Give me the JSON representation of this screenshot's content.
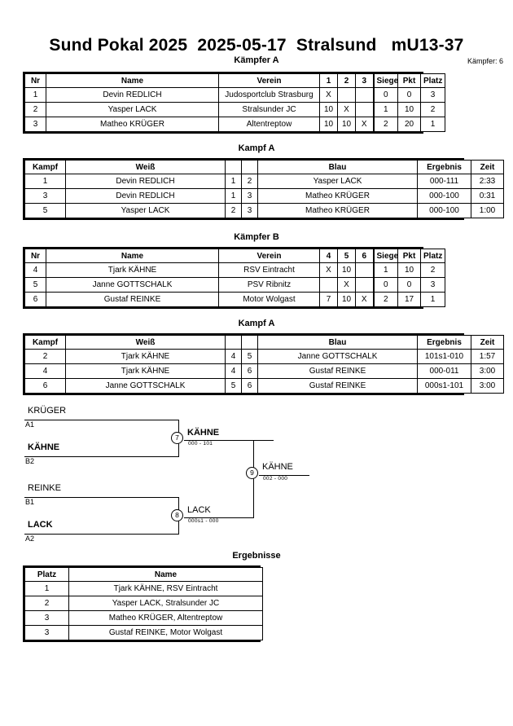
{
  "header": {
    "title": "Sund Pokal 2025  2025-05-17  Stralsund   mU13-37",
    "competitor_count_label": "Kämpfer: 6"
  },
  "pool_a": {
    "caption": "Kämpfer A",
    "columns": [
      "Nr",
      "Name",
      "Verein",
      "1",
      "2",
      "3",
      "Siege",
      "Pkt",
      "Platz"
    ],
    "rows": [
      {
        "nr": "1",
        "name": "Devin REDLICH",
        "verein": "Judosportclub Strasburg",
        "c1": "X",
        "c2": "",
        "c3": "",
        "siege": "0",
        "pkt": "0",
        "platz": "3"
      },
      {
        "nr": "2",
        "name": "Yasper LACK",
        "verein": "Stralsunder JC",
        "c1": "10",
        "c2": "X",
        "c3": "",
        "siege": "1",
        "pkt": "10",
        "platz": "2"
      },
      {
        "nr": "3",
        "name": "Matheo KRÜGER",
        "verein": "Altentreptow",
        "c1": "10",
        "c2": "10",
        "c3": "X",
        "siege": "2",
        "pkt": "20",
        "platz": "1"
      }
    ]
  },
  "matches_a": {
    "caption": "Kampf A",
    "columns": [
      "Kampf",
      "Weiß",
      "",
      "",
      "Blau",
      "Ergebnis",
      "Zeit"
    ],
    "rows": [
      {
        "kampf": "1",
        "weiss": "Devin REDLICH",
        "weiss_bold": false,
        "wn": "1",
        "bn": "2",
        "blau": "Yasper LACK",
        "blau_bold": true,
        "ergebnis": "000-111",
        "zeit": "2:33"
      },
      {
        "kampf": "3",
        "weiss": "Devin REDLICH",
        "weiss_bold": false,
        "wn": "1",
        "bn": "3",
        "blau": "Matheo KRÜGER",
        "blau_bold": true,
        "ergebnis": "000-100",
        "zeit": "0:31"
      },
      {
        "kampf": "5",
        "weiss": "Yasper LACK",
        "weiss_bold": false,
        "wn": "2",
        "bn": "3",
        "blau": "Matheo KRÜGER",
        "blau_bold": true,
        "ergebnis": "000-100",
        "zeit": "1:00"
      }
    ]
  },
  "pool_b": {
    "caption": "Kämpfer B",
    "columns": [
      "Nr",
      "Name",
      "Verein",
      "4",
      "5",
      "6",
      "Siege",
      "Pkt",
      "Platz"
    ],
    "rows": [
      {
        "nr": "4",
        "name": "Tjark KÄHNE",
        "verein": "RSV Eintracht",
        "c1": "X",
        "c2": "10",
        "c3": "",
        "siege": "1",
        "pkt": "10",
        "platz": "2"
      },
      {
        "nr": "5",
        "name": "Janne GOTTSCHALK",
        "verein": "PSV Ribnitz",
        "c1": "",
        "c2": "X",
        "c3": "",
        "siege": "0",
        "pkt": "0",
        "platz": "3"
      },
      {
        "nr": "6",
        "name": "Gustaf REINKE",
        "verein": "Motor Wolgast",
        "c1": "7",
        "c2": "10",
        "c3": "X",
        "siege": "2",
        "pkt": "17",
        "platz": "1"
      }
    ]
  },
  "matches_b": {
    "caption": "Kampf A",
    "columns": [
      "Kampf",
      "Weiß",
      "",
      "",
      "Blau",
      "Ergebnis",
      "Zeit"
    ],
    "rows": [
      {
        "kampf": "2",
        "weiss": "Tjark KÄHNE",
        "weiss_bold": true,
        "wn": "4",
        "bn": "5",
        "blau": "Janne GOTTSCHALK",
        "blau_bold": false,
        "ergebnis": "101s1-010",
        "zeit": "1:57"
      },
      {
        "kampf": "4",
        "weiss": "Tjark KÄHNE",
        "weiss_bold": false,
        "wn": "4",
        "bn": "6",
        "blau": "Gustaf REINKE",
        "blau_bold": true,
        "ergebnis": "000-011",
        "zeit": "3:00"
      },
      {
        "kampf": "6",
        "weiss": "Janne GOTTSCHALK",
        "weiss_bold": false,
        "wn": "5",
        "bn": "6",
        "blau": "Gustaf REINKE",
        "blau_bold": true,
        "ergebnis": "000s1-101",
        "zeit": "3:00"
      }
    ]
  },
  "bracket": {
    "entries": [
      {
        "name": "KRÜGER",
        "seed": "A1",
        "bold": false
      },
      {
        "name": "KÄHNE",
        "seed": "B2",
        "bold": true
      },
      {
        "name": "REINKE",
        "seed": "B1",
        "bold": false
      },
      {
        "name": "LACK",
        "seed": "A2",
        "bold": true
      }
    ],
    "semifinals": [
      {
        "number": "7",
        "winner": "KÄHNE",
        "score": "000 - 101"
      },
      {
        "number": "8",
        "winner": "LACK",
        "score": "000s1 - 000"
      }
    ],
    "final": {
      "number": "9",
      "winner": "KÄHNE",
      "score": "002 - 000"
    }
  },
  "results": {
    "caption": "Ergebnisse",
    "columns": [
      "Platz",
      "Name"
    ],
    "rows": [
      {
        "platz": "1",
        "name": "Tjark KÄHNE, RSV Eintracht"
      },
      {
        "platz": "2",
        "name": "Yasper LACK, Stralsunder JC"
      },
      {
        "platz": "3",
        "name": "Matheo KRÜGER, Altentreptow"
      },
      {
        "platz": "3",
        "name": "Gustaf REINKE, Motor Wolgast"
      }
    ]
  }
}
